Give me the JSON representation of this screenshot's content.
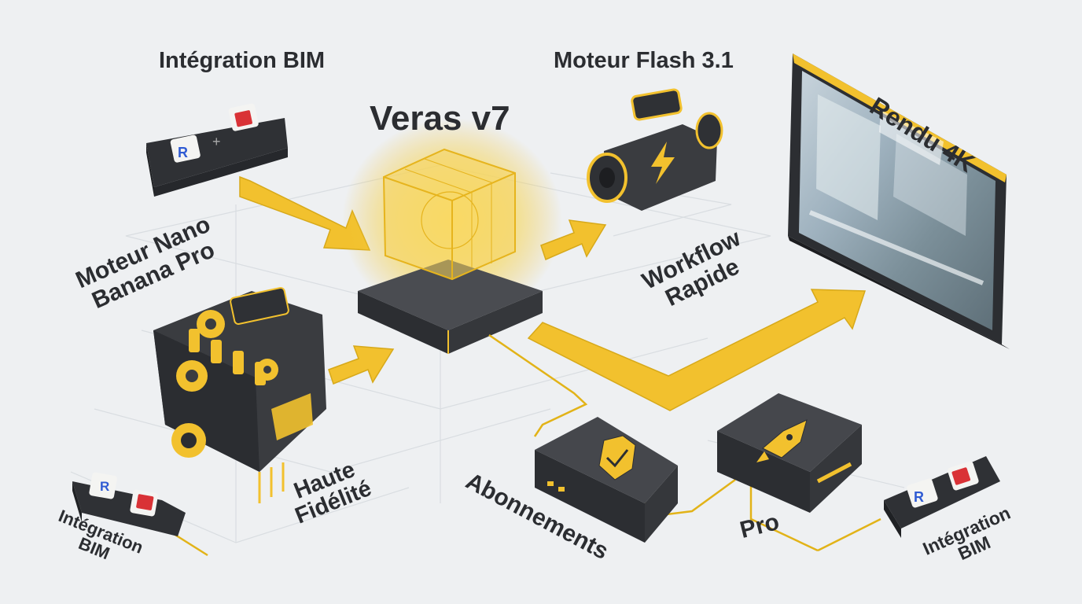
{
  "title": "Veras v7",
  "labels": {
    "bim_top": "Intégration BIM",
    "flash_engine": "Moteur Flash 3.1",
    "render": "Rendu 4K",
    "nano_engine": [
      "Moteur Nano",
      "Banana Pro"
    ],
    "workflow": [
      "Workflow",
      "Rapide"
    ],
    "fidelity": [
      "Haute",
      "Fidélité"
    ],
    "subscriptions": "Abonnements",
    "pro": "Pro",
    "bim_bottom_left": [
      "Intégration",
      "BIM"
    ],
    "bim_bottom_right": [
      "Intégration",
      "BIM"
    ]
  },
  "glyphs": {
    "revit_letter": "R",
    "plus": "+"
  },
  "colors": {
    "accent": "#f2c12e",
    "accent_dark": "#c99a10",
    "device": "#3a3c40",
    "device_top": "#4a4c51",
    "background": "#eef0f2",
    "text": "#2b2d31",
    "revit_blue": "#2f5bd3",
    "tile_red": "#d93236"
  },
  "icons": [
    "bim-toggle-icon",
    "cube-icon",
    "camera-engine-icon",
    "lightning-icon",
    "monitor-icon",
    "engine-icon",
    "gear-icon",
    "shield-check-icon",
    "rocket-icon"
  ]
}
